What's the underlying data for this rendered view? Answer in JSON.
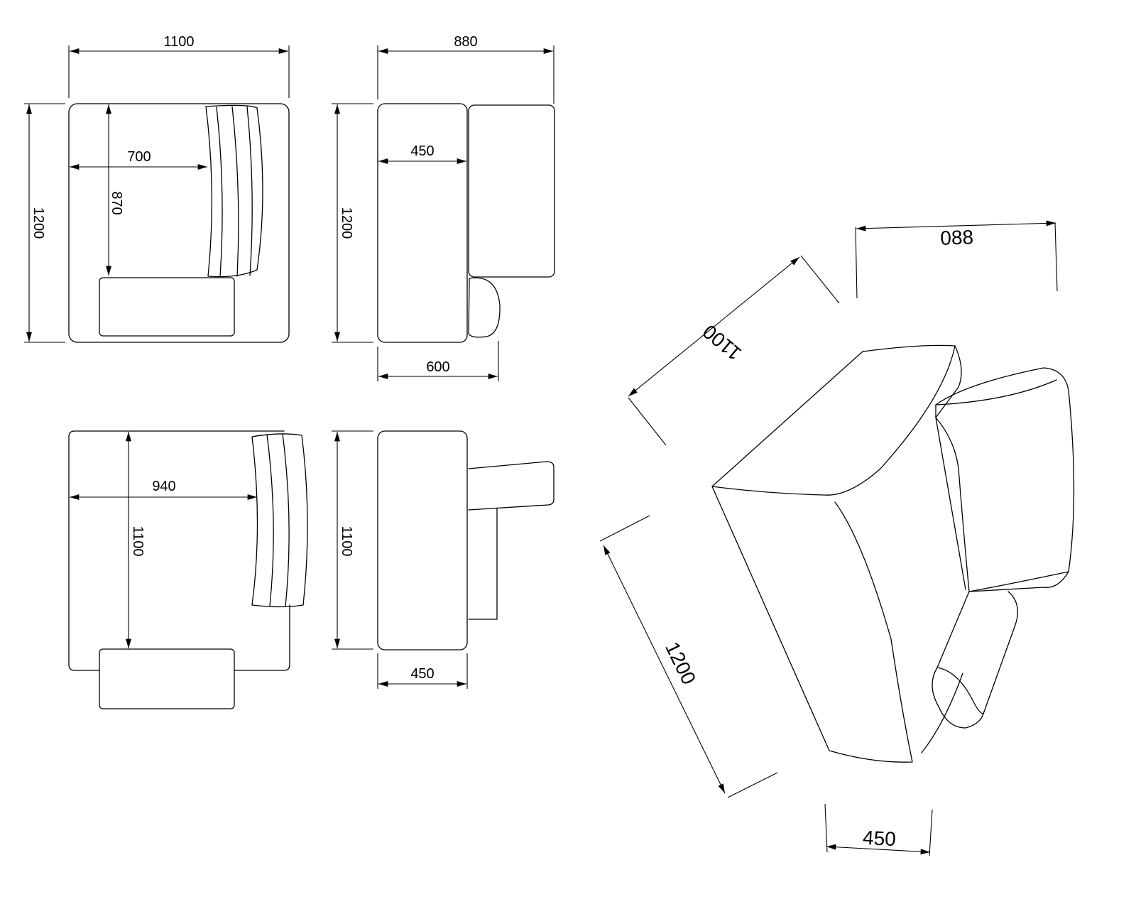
{
  "dimensions": {
    "top_left_width": "1100",
    "top_left_height": "1200",
    "top_left_seat_depth": "700",
    "top_left_seat_width": "870",
    "top_mid_width": "880",
    "top_mid_height": "1200",
    "top_mid_seat": "450",
    "top_mid_bottom": "600",
    "bottom_left_seat": "940",
    "bottom_left_height": "1100",
    "bottom_mid_height": "1100",
    "bottom_mid_width": "450",
    "iso_width": "088",
    "iso_depth": "1100",
    "iso_length": "1200",
    "iso_seat": "450"
  }
}
